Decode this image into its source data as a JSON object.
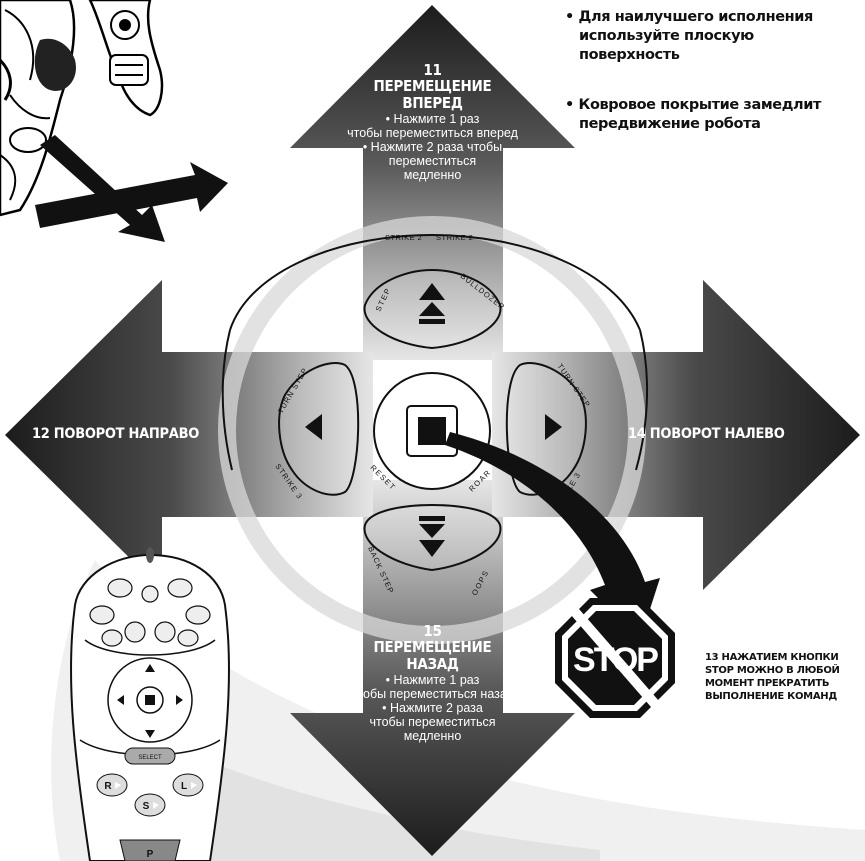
{
  "forward": {
    "number": "11",
    "title_line1": "ПЕРЕМЕЩЕНИЕ",
    "title_line2": "ВПЕРЕД",
    "instruction1_line1": "• Нажмите 1 раз",
    "instruction1_line2": "чтобы переместиться вперед",
    "instruction2_line1": "• Нажмите 2 раза чтобы",
    "instruction2_line2": "переместиться",
    "instruction2_line3": "медленно"
  },
  "right_turn": {
    "label": "12 ПОВОРОТ НАПРАВО"
  },
  "left_turn": {
    "label": "14 ПОВОРОТ НАЛЕВО"
  },
  "backward": {
    "number": "15",
    "title_line1": "ПЕРЕМЕЩЕНИЕ",
    "title_line2": "НАЗАД",
    "instruction1_line1": "• Нажмите 1 раз",
    "instruction1_line2": "чтобы переместиться назад",
    "instruction2_line1": "• Нажмите 2 раза",
    "instruction2_line2": "чтобы переместиться",
    "instruction2_line3": "медленно"
  },
  "tips": {
    "tip1_line1": "• Для наилучшего исполнения",
    "tip1_line2": "используйте плоскую",
    "tip1_line3": "поверхность",
    "tip2_line1": "• Ковровое покрытие замедлит",
    "tip2_line2": "передвижение робота"
  },
  "stop_note": {
    "line1": "13 НАЖАТИЕМ КНОПКИ",
    "line2": "STOP МОЖНО В ЛЮБОЙ",
    "line3": "МОМЕНТ ПРЕКРАТИТЬ",
    "line4": "ВЫПОЛНЕНИЕ КОМАНД"
  },
  "stop_sign": {
    "text": "STOP"
  },
  "controller_labels": {
    "strike2_left": "STRIKE 2",
    "strike2_right": "STRIKE 2",
    "step": "STEP",
    "bulldozer": "BULLDOZER",
    "turn_step_left": "TURN STEP",
    "strike3_left": "STRIKE 3",
    "turn_step_right": "TURN STEP",
    "strike3_right": "STRIKE 3",
    "reset": "RESET",
    "roar": "ROAR",
    "back_step": "BACK STEP",
    "oops": "OOPS"
  },
  "remote": {
    "select_label": "SELECT",
    "r_label": "R",
    "s_label": "S",
    "l_label": "L",
    "p_label": "P"
  }
}
